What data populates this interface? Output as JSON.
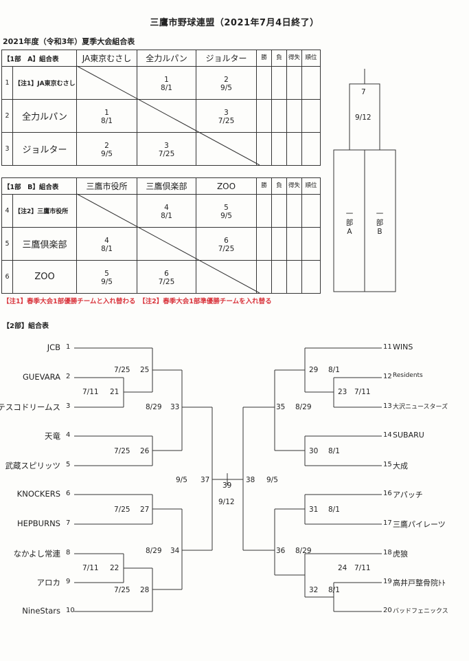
{
  "title": "三鷹市野球連盟（2021年7月4日終了）",
  "subtitle": "2021年度（令和3年）夏季大会組合表",
  "groupA": {
    "header": "【1部　A】組合表",
    "teams": [
      "JA東京むさし",
      "全力ルパン",
      "ジョルター"
    ],
    "row_names": [
      "【注1】JA東京むさし",
      "全力ルパン",
      "ジョルター"
    ],
    "row_nums": [
      "1",
      "2",
      "3"
    ],
    "cols": [
      "勝",
      "負",
      "得失",
      "順位"
    ],
    "cells": {
      "r1c2": [
        "1",
        "8/1"
      ],
      "r1c3": [
        "2",
        "9/5"
      ],
      "r2c1": [
        "1",
        "8/1"
      ],
      "r2c3": [
        "3",
        "7/25"
      ],
      "r3c1": [
        "2",
        "9/5"
      ],
      "r3c2": [
        "3",
        "7/25"
      ]
    }
  },
  "groupB": {
    "header": "【1部　B】組合表",
    "teams": [
      "三鷹市役所",
      "三鷹倶楽部",
      "ZOO"
    ],
    "row_names": [
      "【注2】三鷹市役所",
      "三鷹倶楽部",
      "ZOO"
    ],
    "row_nums": [
      "4",
      "5",
      "6"
    ],
    "cols": [
      "勝",
      "負",
      "得失",
      "順位"
    ],
    "cells": {
      "r1c2": [
        "4",
        "8/1"
      ],
      "r1c3": [
        "5",
        "9/5"
      ],
      "r2c1": [
        "4",
        "8/1"
      ],
      "r2c3": [
        "6",
        "7/25"
      ],
      "r3c1": [
        "5",
        "9/5"
      ],
      "r3c2": [
        "6",
        "7/25"
      ]
    }
  },
  "final1": {
    "game": "7",
    "date": "9/12",
    "left": "一部A",
    "right": "一部B"
  },
  "notes": "【注1】春季大会1部優勝チームと入れ替わる　【注2】春季大会1部準優勝チームを入れ替る",
  "section2": "【2部】組合表",
  "left_teams": [
    {
      "name": "JCB",
      "num": "1"
    },
    {
      "name": "GUEVARA",
      "num": "2"
    },
    {
      "name": "テスコドリームス",
      "num": "3"
    },
    {
      "name": "天竜",
      "num": "4"
    },
    {
      "name": "武蔵スピリッツ",
      "num": "5"
    },
    {
      "name": "KNOCKERS",
      "num": "6"
    },
    {
      "name": "HEPBURNS",
      "num": "7"
    },
    {
      "name": "なかよし常連",
      "num": "8"
    },
    {
      "name": "アロカ",
      "num": "9"
    },
    {
      "name": "NineStars",
      "num": "10"
    }
  ],
  "right_teams": [
    {
      "name": "WINS",
      "num": "11"
    },
    {
      "name": "Residents",
      "num": "12"
    },
    {
      "name": "大沢ニュースターズ",
      "num": "13"
    },
    {
      "name": "SUBARU",
      "num": "14"
    },
    {
      "name": "大成",
      "num": "15"
    },
    {
      "name": "アパッチ",
      "num": "16"
    },
    {
      "name": "三鷹パイレーツ",
      "num": "17"
    },
    {
      "name": "虎狼",
      "num": "18"
    },
    {
      "name": "高井戸整骨院ﾄﾄ",
      "num": "19"
    },
    {
      "name": "バッドフェニックス",
      "num": "20"
    }
  ],
  "games": {
    "g21": {
      "num": "21",
      "date": "7/11"
    },
    "g22": {
      "num": "22",
      "date": "7/11"
    },
    "g23": {
      "num": "23",
      "date": "7/11"
    },
    "g24": {
      "num": "24",
      "date": "7/11"
    },
    "g25": {
      "num": "25",
      "date": "7/25"
    },
    "g26": {
      "num": "26",
      "date": "7/25"
    },
    "g27": {
      "num": "27",
      "date": "7/25"
    },
    "g28": {
      "num": "28",
      "date": "7/25"
    },
    "g29": {
      "num": "29",
      "date": "8/1"
    },
    "g30": {
      "num": "30",
      "date": "8/1"
    },
    "g31": {
      "num": "31",
      "date": "8/1"
    },
    "g32": {
      "num": "32",
      "date": "8/1"
    },
    "g33": {
      "num": "33",
      "date": "8/29"
    },
    "g34": {
      "num": "34",
      "date": "8/29"
    },
    "g35": {
      "num": "35",
      "date": "8/29"
    },
    "g36": {
      "num": "36",
      "date": "8/29"
    },
    "g37": {
      "num": "37",
      "date": "9/5"
    },
    "g38": {
      "num": "38",
      "date": "9/5"
    },
    "g39": {
      "num": "39",
      "date": "9/12"
    }
  }
}
